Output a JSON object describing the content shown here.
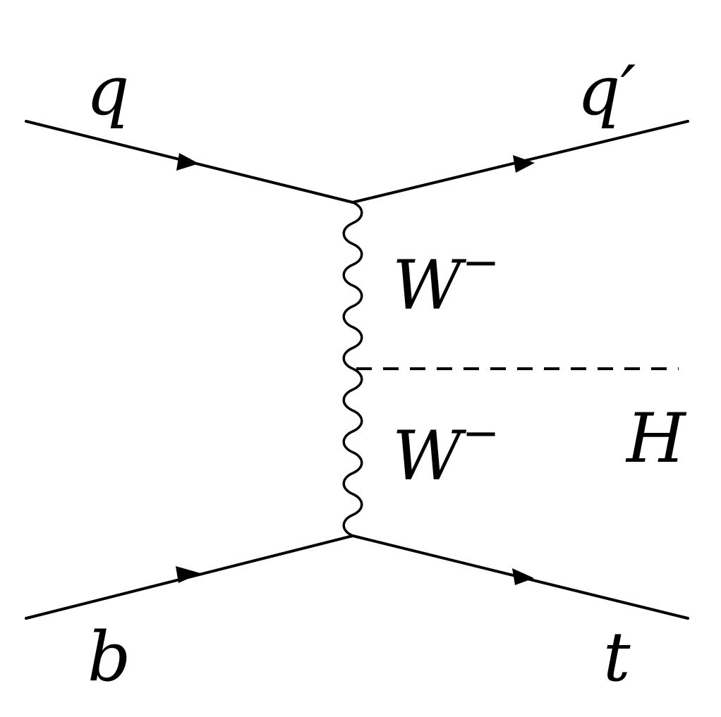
{
  "diagram": {
    "type": "feynman",
    "vertices": [
      "upper-vertex",
      "middle-vertex",
      "lower-vertex"
    ],
    "particles": {
      "incoming_top": "q",
      "outgoing_top": "q′",
      "incoming_bottom": "b",
      "outgoing_bottom": "t",
      "boson_upper": "W",
      "boson_lower": "W",
      "boson_charge": "−",
      "scalar": "H"
    },
    "edges": [
      {
        "from": "incoming_top",
        "to": "upper-vertex",
        "style": "fermion"
      },
      {
        "from": "upper-vertex",
        "to": "outgoing_top",
        "style": "fermion"
      },
      {
        "from": "upper-vertex",
        "to": "middle-vertex",
        "style": "boson"
      },
      {
        "from": "middle-vertex",
        "to": "lower-vertex",
        "style": "boson"
      },
      {
        "from": "middle-vertex",
        "to": "scalar",
        "style": "scalar"
      },
      {
        "from": "incoming_bottom",
        "to": "lower-vertex",
        "style": "fermion"
      },
      {
        "from": "lower-vertex",
        "to": "outgoing_bottom",
        "style": "fermion"
      }
    ]
  }
}
